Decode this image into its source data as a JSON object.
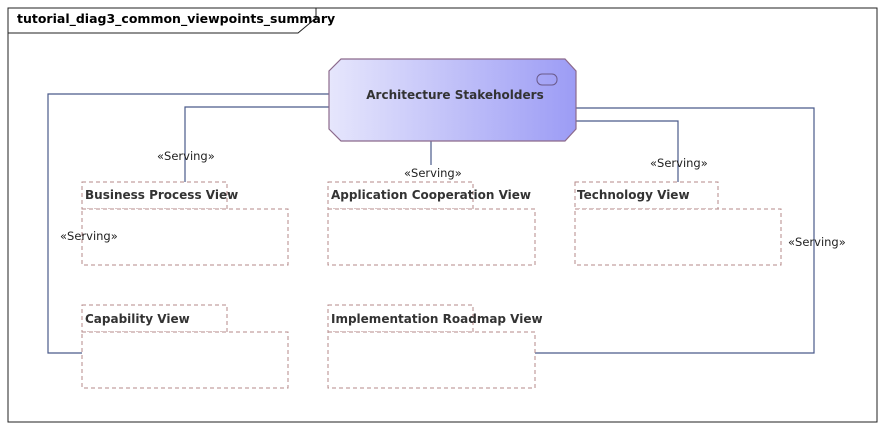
{
  "diagram": {
    "frame_title": "tutorial_diag3_common_viewpoints_summary",
    "stakeholder": {
      "label": "Architecture Stakeholders",
      "fill_start": "#e6e6fc",
      "fill_end": "#9c9cf5",
      "stroke": "#8c6a8c"
    },
    "views": [
      {
        "id": "business-process-view",
        "label": "Business Process View"
      },
      {
        "id": "application-cooperation-view",
        "label": "Application Cooperation View"
      },
      {
        "id": "technology-view",
        "label": "Technology View"
      },
      {
        "id": "capability-view",
        "label": "Capability View"
      },
      {
        "id": "implementation-roadmap-view",
        "label": "Implementation Roadmap View"
      }
    ],
    "view_stroke": "#b48a8a",
    "connector_color": "#4a5a8a",
    "connector_labels": [
      "«Serving»",
      "«Serving»",
      "«Serving»",
      "«Serving»",
      "«Serving»"
    ]
  }
}
